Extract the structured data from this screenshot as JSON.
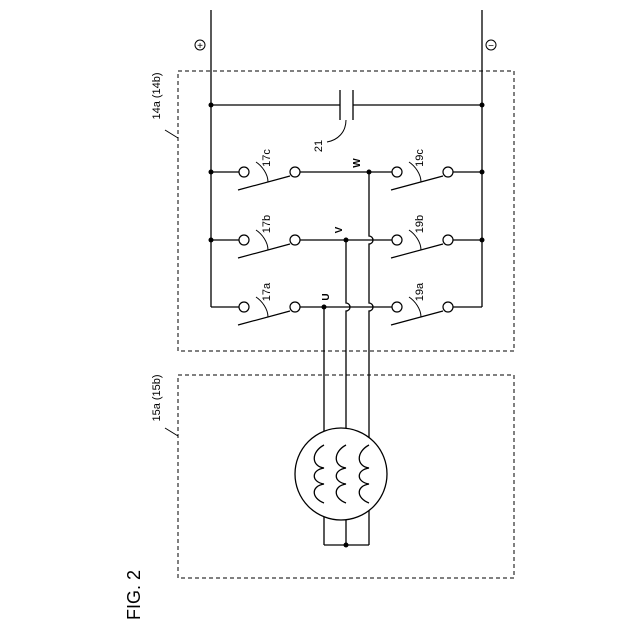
{
  "figure": {
    "title": "FIG. 2"
  },
  "terminals": {
    "positive": "+",
    "negative": "−"
  },
  "inverter": {
    "label": "14a (14b)"
  },
  "motor": {
    "label": "15a (15b)"
  },
  "capacitor": {
    "label": "21"
  },
  "phases": {
    "u": "U",
    "v": "V",
    "w": "W"
  },
  "switches_upper": {
    "c": "17c",
    "b": "17b",
    "a": "17a"
  },
  "switches_lower": {
    "c": "19c",
    "b": "19b",
    "a": "19a"
  }
}
